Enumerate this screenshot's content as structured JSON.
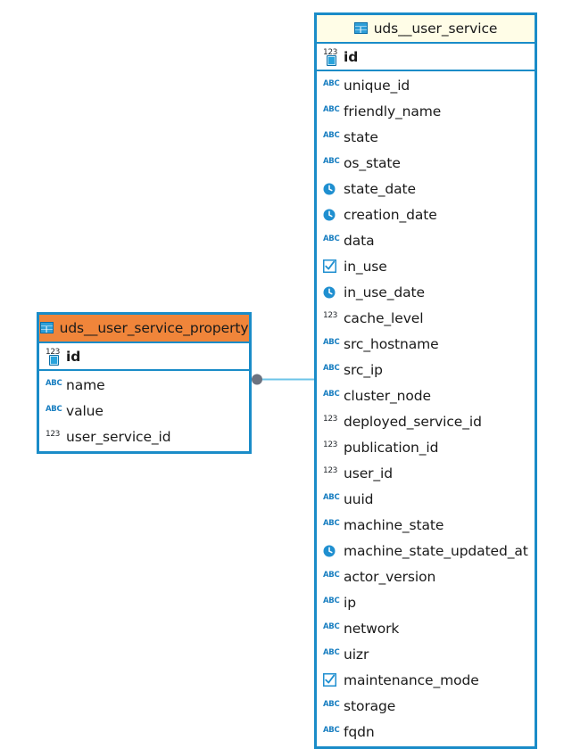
{
  "diagram": {
    "type": "er-diagram",
    "background_color": "#ffffff",
    "border_color": "#1a8cc8",
    "relationship": {
      "line_color": "#6dc4e8",
      "endpoint_dot_color": "#6b7280",
      "from_table": "uds__user_service_property",
      "from_column": "user_service_id",
      "to_table": "uds__user_service",
      "to_column": "id"
    }
  },
  "tables": [
    {
      "name": "uds__user_service_property",
      "header_color": "#f0853a",
      "header_icon": "table-icon",
      "primary_key": {
        "label": "id",
        "icon": "primary-key-number-icon",
        "type": "numeric"
      },
      "columns": [
        {
          "label": "name",
          "icon": "string-icon",
          "type": "string"
        },
        {
          "label": "value",
          "icon": "string-icon",
          "type": "string"
        },
        {
          "label": "user_service_id",
          "icon": "numeric-icon",
          "type": "numeric"
        }
      ]
    },
    {
      "name": "uds__user_service",
      "header_color": "#fffde7",
      "header_icon": "table-icon",
      "primary_key": {
        "label": "id",
        "icon": "primary-key-number-icon",
        "type": "numeric"
      },
      "columns": [
        {
          "label": "unique_id",
          "icon": "string-icon",
          "type": "string"
        },
        {
          "label": "friendly_name",
          "icon": "string-icon",
          "type": "string"
        },
        {
          "label": "state",
          "icon": "string-icon",
          "type": "string"
        },
        {
          "label": "os_state",
          "icon": "string-icon",
          "type": "string"
        },
        {
          "label": "state_date",
          "icon": "datetime-icon",
          "type": "datetime"
        },
        {
          "label": "creation_date",
          "icon": "datetime-icon",
          "type": "datetime"
        },
        {
          "label": "data",
          "icon": "string-icon",
          "type": "string"
        },
        {
          "label": "in_use",
          "icon": "boolean-icon",
          "type": "boolean"
        },
        {
          "label": "in_use_date",
          "icon": "datetime-icon",
          "type": "datetime"
        },
        {
          "label": "cache_level",
          "icon": "numeric-icon",
          "type": "numeric"
        },
        {
          "label": "src_hostname",
          "icon": "string-icon",
          "type": "string"
        },
        {
          "label": "src_ip",
          "icon": "string-icon",
          "type": "string"
        },
        {
          "label": "cluster_node",
          "icon": "string-icon",
          "type": "string"
        },
        {
          "label": "deployed_service_id",
          "icon": "numeric-icon",
          "type": "numeric"
        },
        {
          "label": "publication_id",
          "icon": "numeric-icon",
          "type": "numeric"
        },
        {
          "label": "user_id",
          "icon": "numeric-icon",
          "type": "numeric"
        },
        {
          "label": "uuid",
          "icon": "string-icon",
          "type": "string"
        },
        {
          "label": "machine_state",
          "icon": "string-icon",
          "type": "string"
        },
        {
          "label": "machine_state_updated_at",
          "icon": "datetime-icon",
          "type": "datetime"
        },
        {
          "label": "actor_version",
          "icon": "string-icon",
          "type": "string"
        },
        {
          "label": "ip",
          "icon": "string-icon",
          "type": "string"
        },
        {
          "label": "network",
          "icon": "string-icon",
          "type": "string"
        },
        {
          "label": "uizr",
          "icon": "string-icon",
          "type": "string"
        },
        {
          "label": "maintenance_mode",
          "icon": "boolean-icon",
          "type": "boolean"
        },
        {
          "label": "storage",
          "icon": "string-icon",
          "type": "string"
        },
        {
          "label": "fqdn",
          "icon": "string-icon",
          "type": "string"
        }
      ]
    }
  ]
}
